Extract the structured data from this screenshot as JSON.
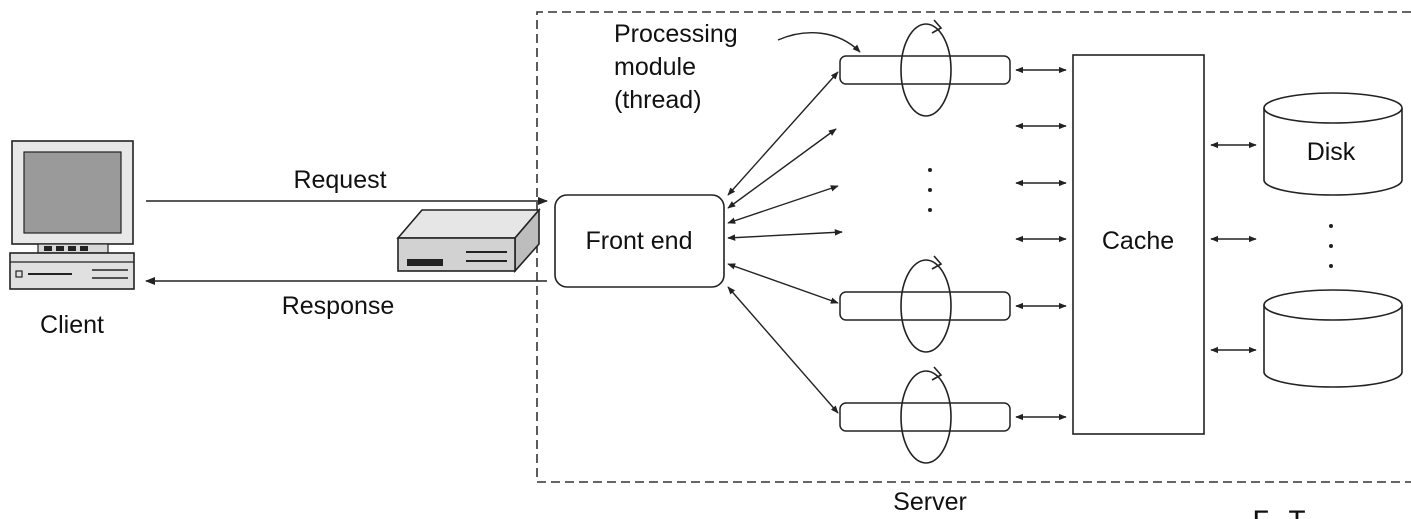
{
  "labels": {
    "processing_module": [
      "Processing",
      "module",
      "(thread)"
    ],
    "request": "Request",
    "response": "Response",
    "client": "Client",
    "front_end": "Front end",
    "cache": "Cache",
    "disk": "Disk",
    "server": "Server",
    "cut_text": "F   T"
  },
  "icons": {
    "client": "computer-icon",
    "router": "network-device-icon",
    "disk": "database-cylinder-icon"
  },
  "colors": {
    "ink": "#222222",
    "monitor_screen": "#9a9a9a",
    "device_body": "#c8c8c8"
  }
}
